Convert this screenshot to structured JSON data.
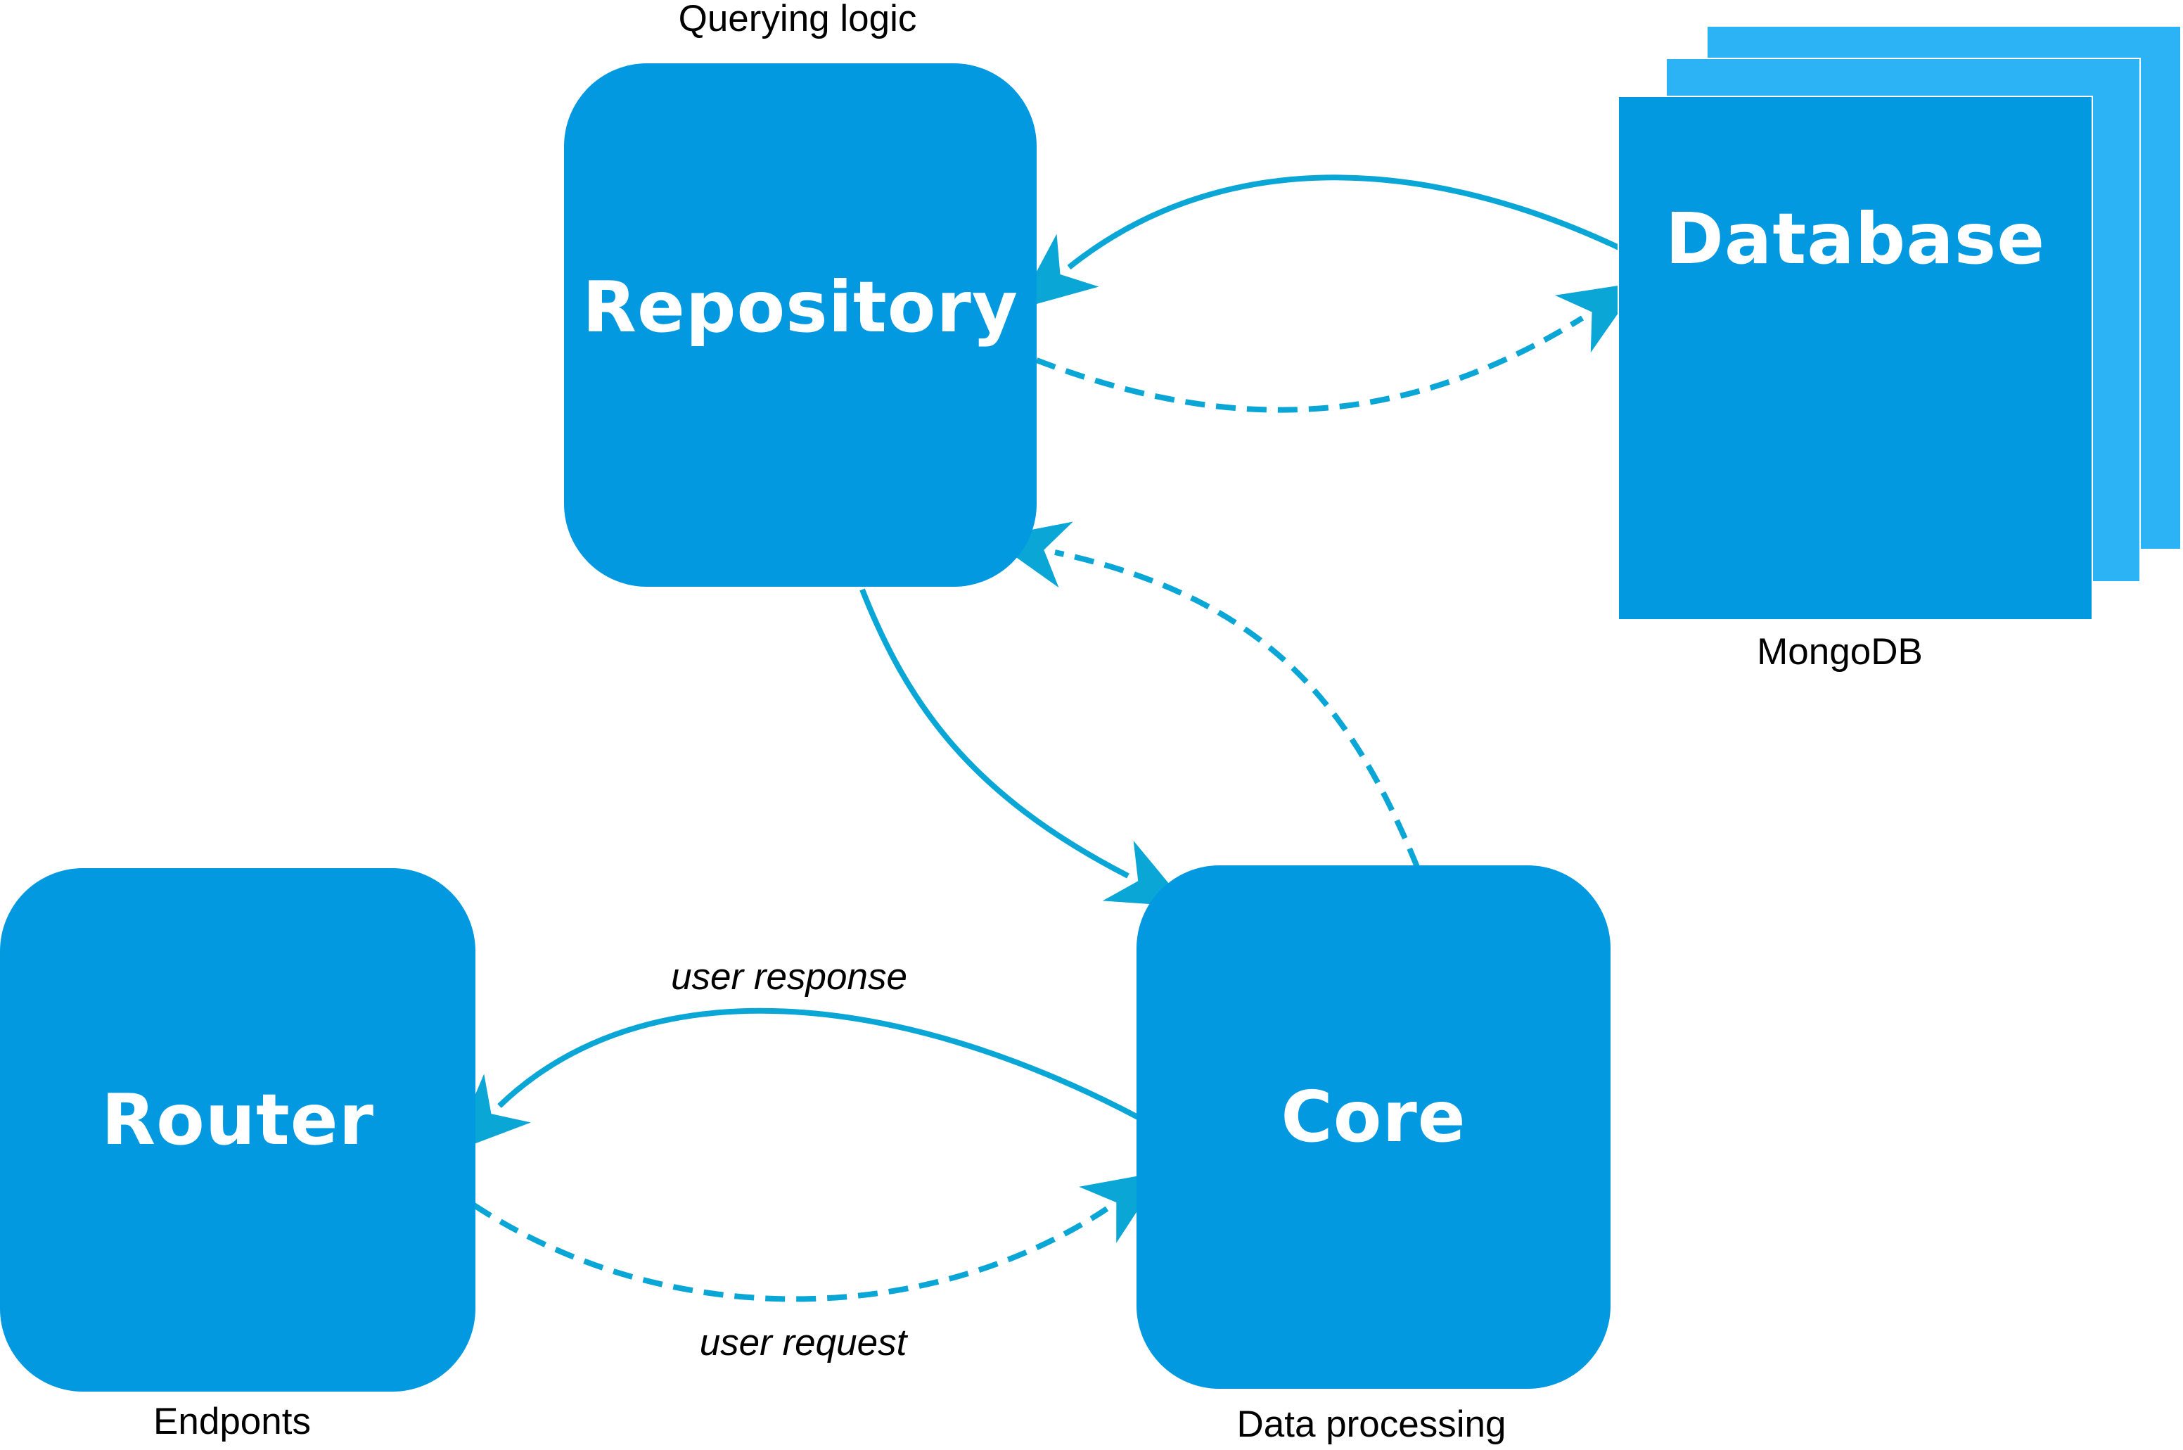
{
  "colors": {
    "node_fill": "#0399e0",
    "db_back_fill": "#2bb3f5",
    "arrow_stroke": "#0aa6d6",
    "caption_text": "#000000",
    "node_text": "#ffffff"
  },
  "nodes": {
    "repository": {
      "title": "Repository",
      "caption": "Querying logic"
    },
    "database": {
      "title": "Database",
      "caption": "MongoDB"
    },
    "router": {
      "title": "Router",
      "caption": "Endponts"
    },
    "core": {
      "title": "Core",
      "caption": "Data processing"
    }
  },
  "edges": [
    {
      "id": "database-to-repository",
      "from": "Database",
      "to": "Repository",
      "style": "solid",
      "label": ""
    },
    {
      "id": "repository-to-database",
      "from": "Repository",
      "to": "Database",
      "style": "dashed",
      "label": ""
    },
    {
      "id": "repository-to-core",
      "from": "Repository",
      "to": "Core",
      "style": "solid",
      "label": ""
    },
    {
      "id": "core-to-repository",
      "from": "Core",
      "to": "Repository",
      "style": "dashed",
      "label": ""
    },
    {
      "id": "core-to-router",
      "from": "Core",
      "to": "Router",
      "style": "solid",
      "label": "user response"
    },
    {
      "id": "router-to-core",
      "from": "Router",
      "to": "Core",
      "style": "dashed",
      "label": "user request"
    }
  ]
}
